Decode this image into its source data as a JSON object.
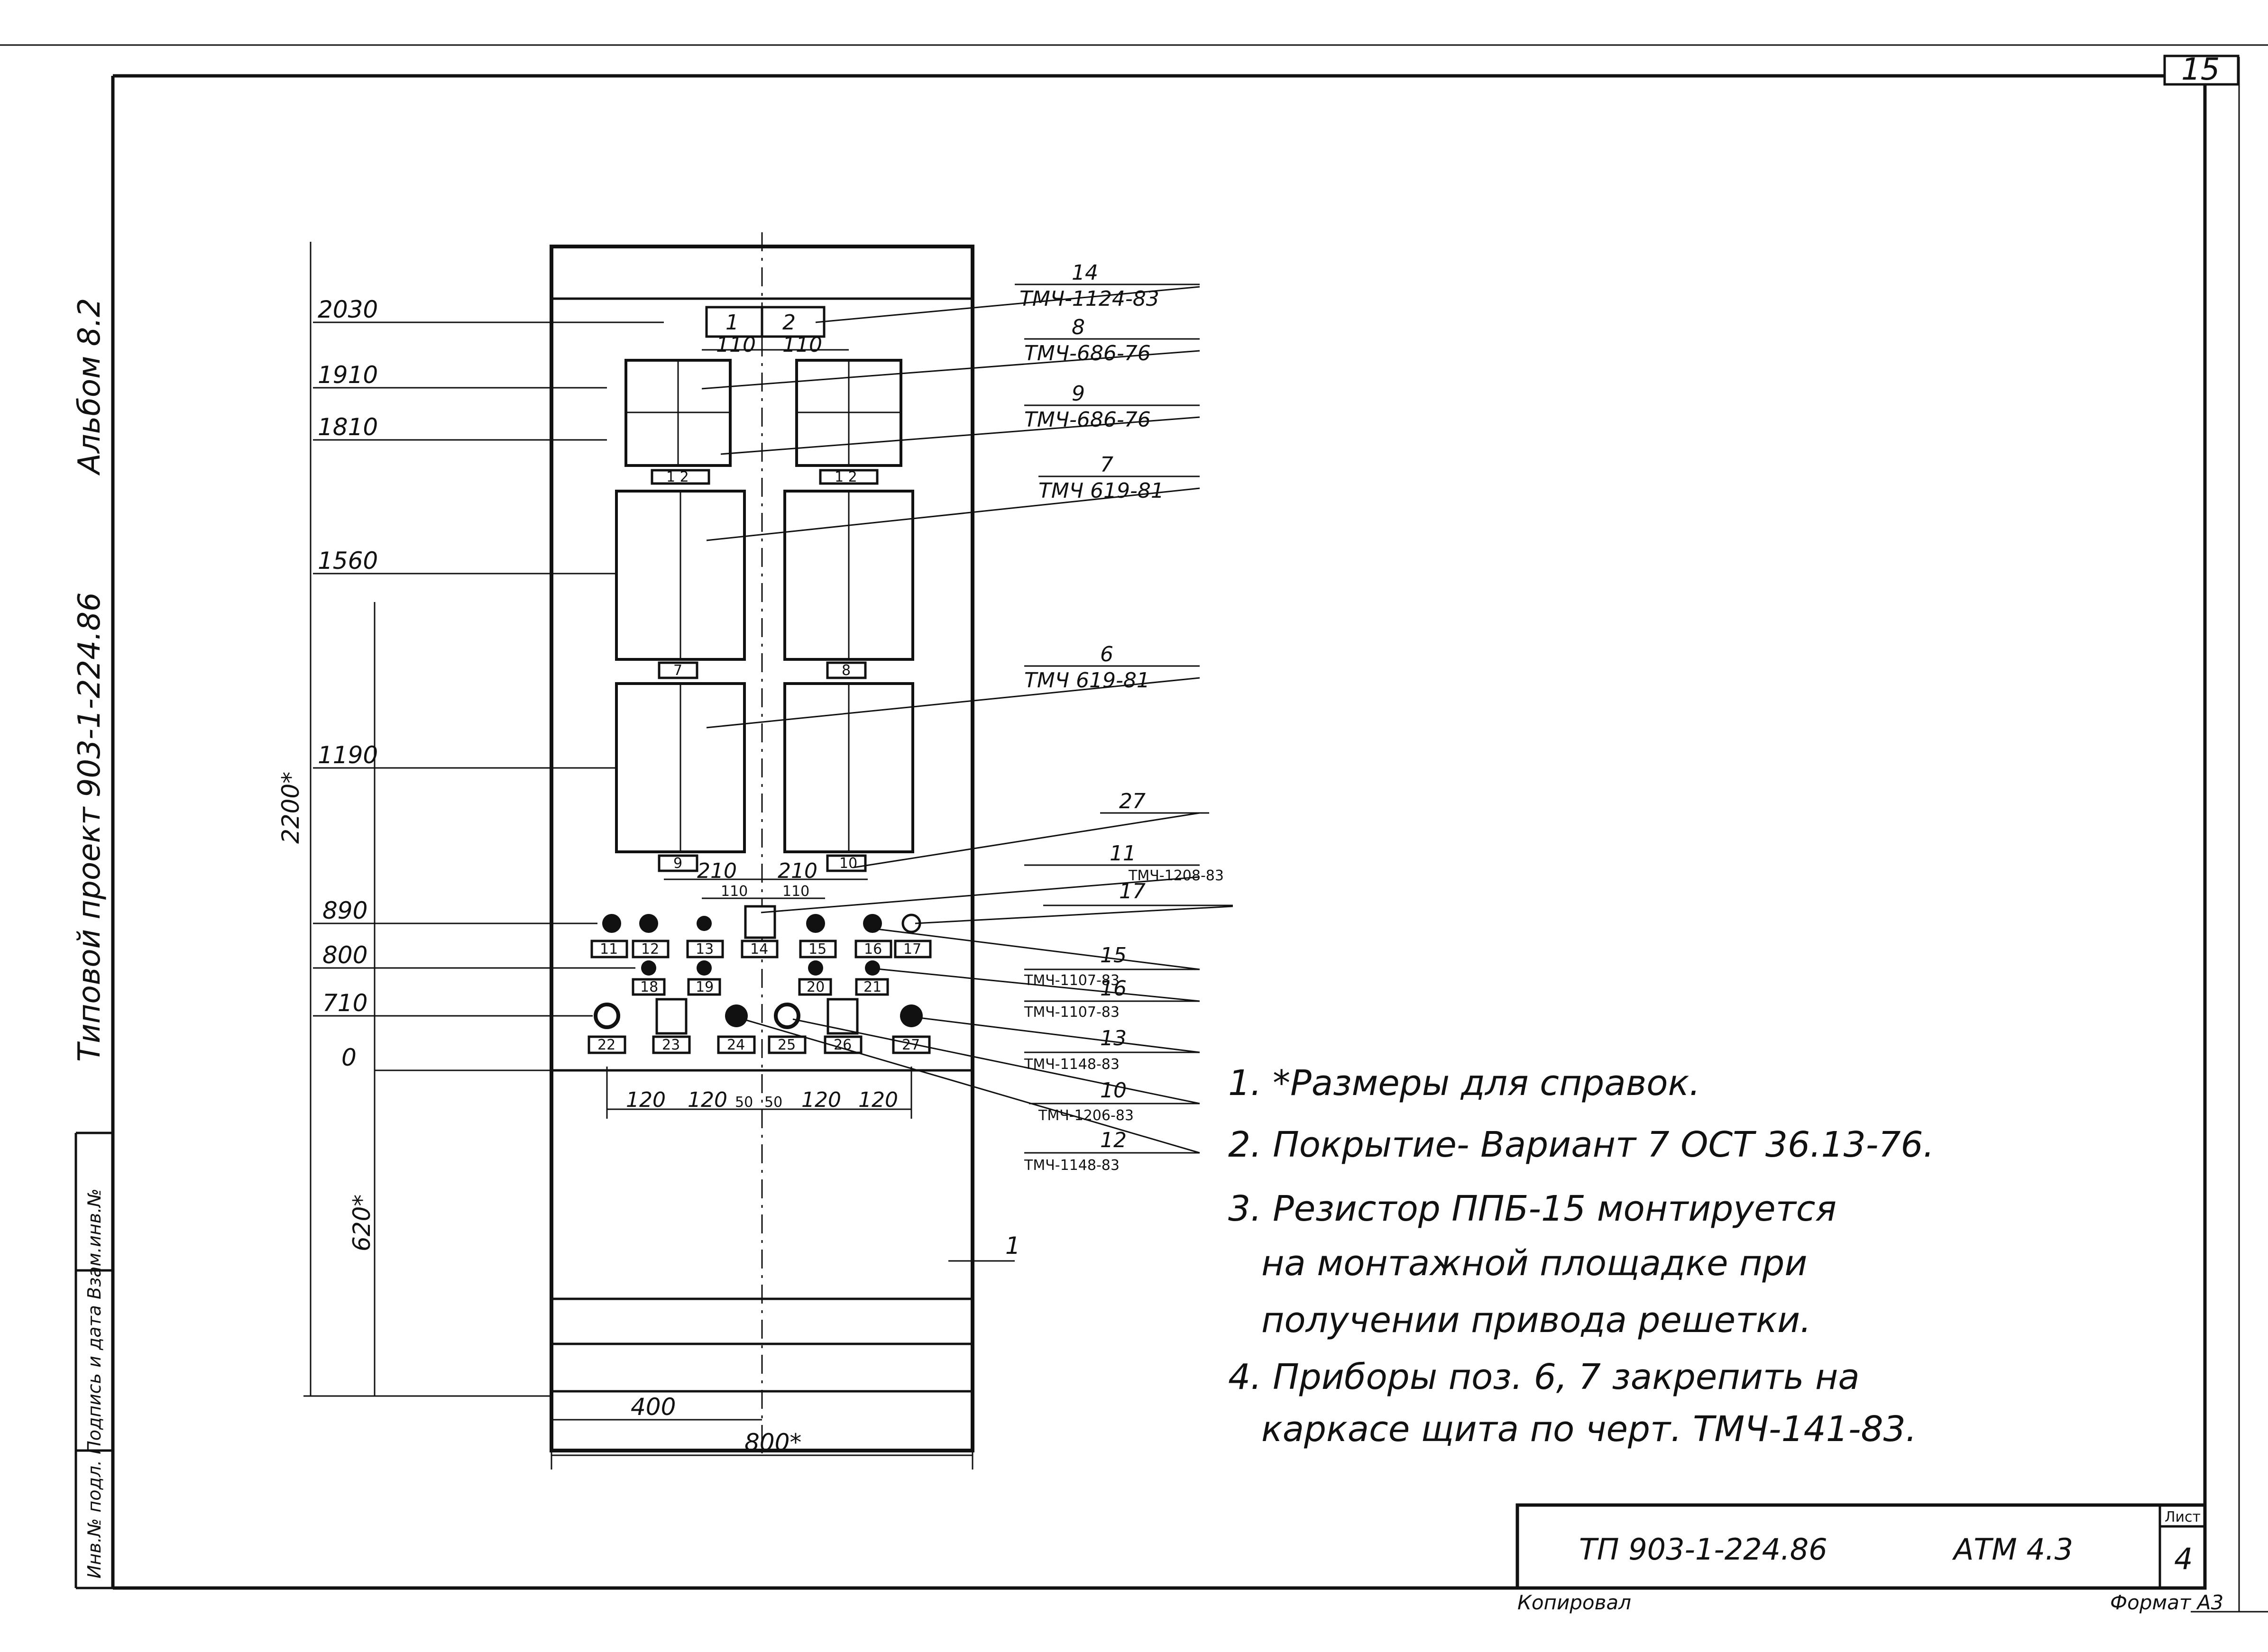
{
  "sheet": {
    "sheet_no": "15",
    "side_album": "Альбом 8.2",
    "side_project": "Типовой проект 903-1-224.86",
    "side_stamp": "Инв.№ подл.  Подпись и дата  Взам.инв.№"
  },
  "panel": {
    "width_total": "800*",
    "width_half": "400",
    "height_total": "2200*",
    "height_base": "620*",
    "level_labels": [
      "2030",
      "1910",
      "1810",
      "1560",
      "1190",
      "890",
      "800",
      "710",
      "0"
    ],
    "spacing_top": [
      "110",
      "110"
    ],
    "spacing_mid": [
      "210",
      "210"
    ],
    "spacing_mid_small": [
      "110",
      "110"
    ],
    "spacing_bottom": [
      "120",
      "120",
      "50",
      "50",
      "120",
      "120"
    ],
    "body_position": "1",
    "top_block_cells": [
      "1",
      "2"
    ],
    "tags_small_top": [
      "1 2",
      "1 2"
    ],
    "tags_large": [
      "7",
      "8",
      "9",
      "10"
    ],
    "tags_row1": [
      "11",
      "12",
      "13",
      "14",
      "15",
      "16",
      "17"
    ],
    "tags_row2": [
      "18",
      "19",
      "20",
      "21"
    ],
    "tags_row3": [
      "22",
      "23",
      "24",
      "25",
      "26",
      "27"
    ]
  },
  "callouts": [
    {
      "pos": "14",
      "code": "ТМЧ-1124-83"
    },
    {
      "pos": "8",
      "code": "ТМЧ-686-76"
    },
    {
      "pos": "9",
      "code": "ТМЧ-686-76"
    },
    {
      "pos": "7",
      "code": "ТМЧ 619-81"
    },
    {
      "pos": "6",
      "code": "ТМЧ 619-81"
    },
    {
      "pos": "27",
      "code": ""
    },
    {
      "pos": "11",
      "code": "ТМЧ-1208-83"
    },
    {
      "pos": "17",
      "code": ""
    },
    {
      "pos": "15",
      "code": "ТМЧ-1107-83"
    },
    {
      "pos": "16",
      "code": "ТМЧ-1107-83"
    },
    {
      "pos": "13",
      "code": "ТМЧ-1148-83"
    },
    {
      "pos": "10",
      "code": "ТМЧ-1206-83"
    },
    {
      "pos": "12",
      "code": "ТМЧ-1148-83"
    }
  ],
  "notes": [
    "1. *Размеры для справок.",
    "2. Покрытие- Вариант 7 ОСТ 36.13-76.",
    "3. Резистор  ППБ-15 монтируется",
    "на монтажной площадке  при",
    "получении привода  решетки.",
    "4. Приборы поз. 6, 7 закрепить на",
    "каркасе  щита  по черт. ТМЧ-141-83."
  ],
  "title_block": {
    "project": "ТП 903-1-224.86",
    "code": "АТМ 4.3",
    "sheet_label": "Лист",
    "sheet_value": "4",
    "copied": "Копировал",
    "format": "Формат А3"
  }
}
